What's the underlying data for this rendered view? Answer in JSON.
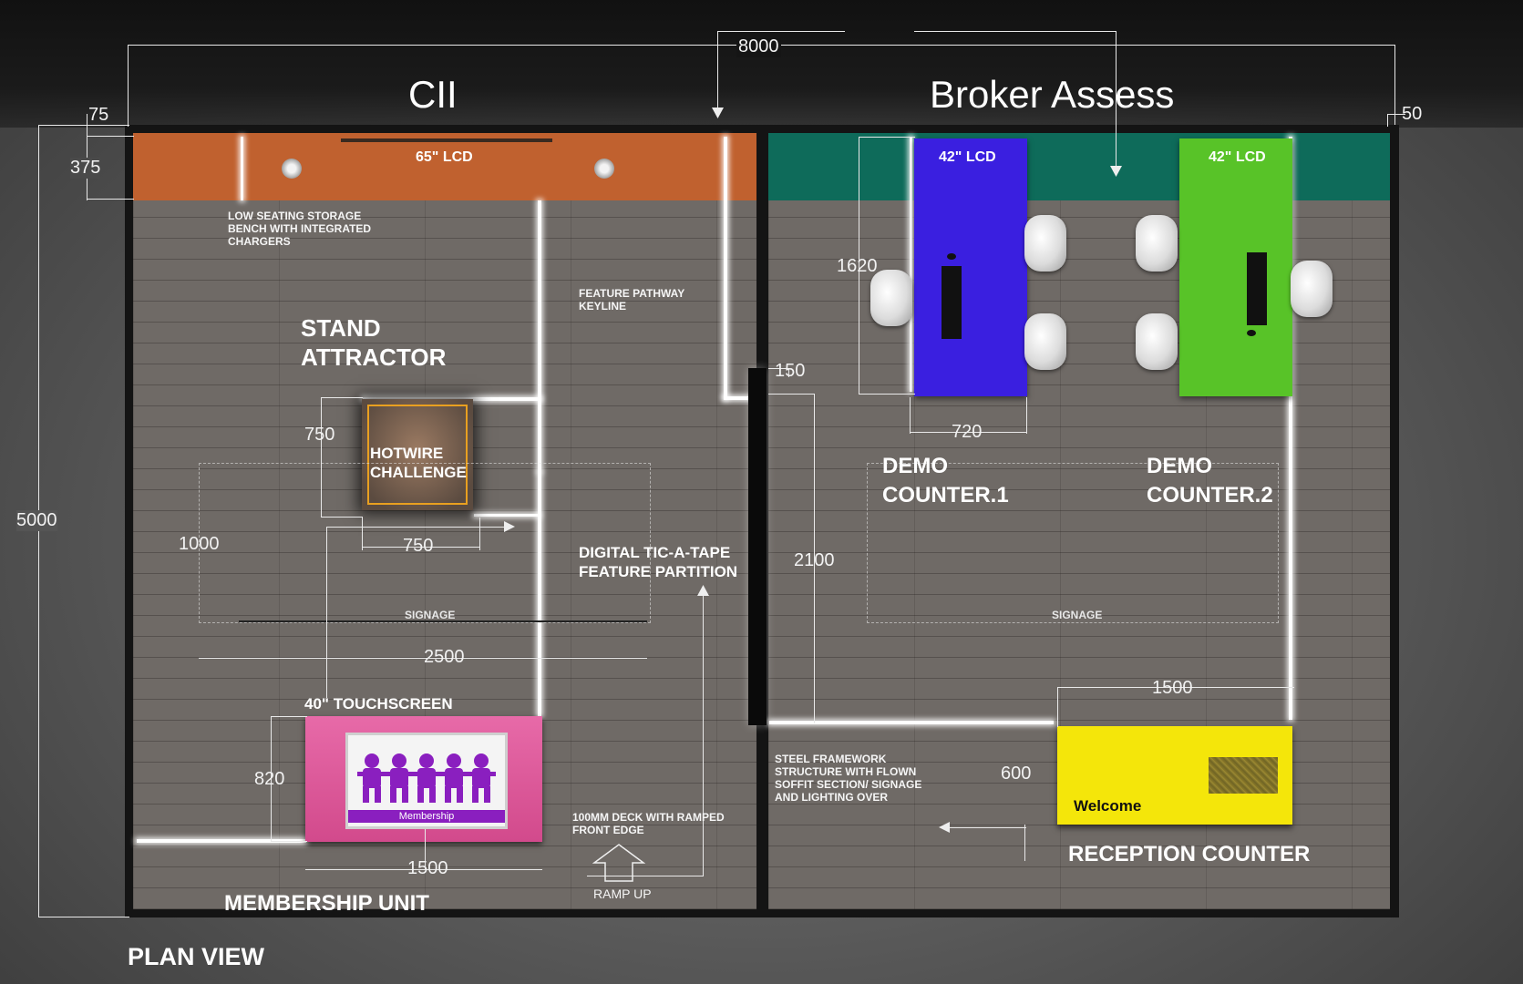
{
  "stands": {
    "left_title": "CII",
    "right_title": "Broker Assess"
  },
  "dimensions": {
    "overall_width": "8000",
    "overall_depth": "5000",
    "left_offset": "75",
    "right_offset": "50",
    "header_depth": "375",
    "hotwire_depth": "750",
    "hotwire_width": "750",
    "signage_depth": "1000",
    "signage_width": "2500",
    "membership_depth": "820",
    "membership_width": "1500",
    "partition_gap": "150",
    "partition_length": "2100",
    "demo_depth": "1620",
    "demo_width": "720",
    "reception_width": "1500",
    "reception_depth": "600"
  },
  "labels": {
    "lcd_65": "65\" LCD",
    "lcd_42_a": "42\" LCD",
    "lcd_42_b": "42\" LCD",
    "bench": "LOW SEATING STORAGE BENCH WITH INTEGRATED CHARGERS",
    "pathway": "FEATURE PATHWAY KEYLINE",
    "stand_attractor": "STAND ATTRACTOR",
    "hotwire": "HOTWIRE CHALLENGE",
    "signage_left": "SIGNAGE",
    "signage_right": "SIGNAGE",
    "tic_a_tape": "DIGITAL TIC-A-TAPE FEATURE PARTITION",
    "touchscreen": "40\" TOUCHSCREEN",
    "membership_screen": "Membership",
    "membership_unit": "MEMBERSHIP UNIT",
    "deck": "100MM DECK WITH RAMPED FRONT EDGE",
    "ramp_up": "RAMP UP",
    "demo_1": "DEMO COUNTER.1",
    "demo_2": "DEMO COUNTER.2",
    "steel": "STEEL FRAMEWORK STRUCTURE WITH FLOWN SOFFIT SECTION/ SIGNAGE AND LIGHTING OVER",
    "welcome": "Welcome",
    "reception": "RECEPTION COUNTER",
    "plan_view": "PLAN VIEW"
  },
  "colors": {
    "header_left": "#c0612f",
    "header_right": "#0e6b5a",
    "demo_1": "#3a1fe0",
    "demo_2": "#58c328",
    "reception": "#f4e60a",
    "membership": "#e0569a"
  }
}
